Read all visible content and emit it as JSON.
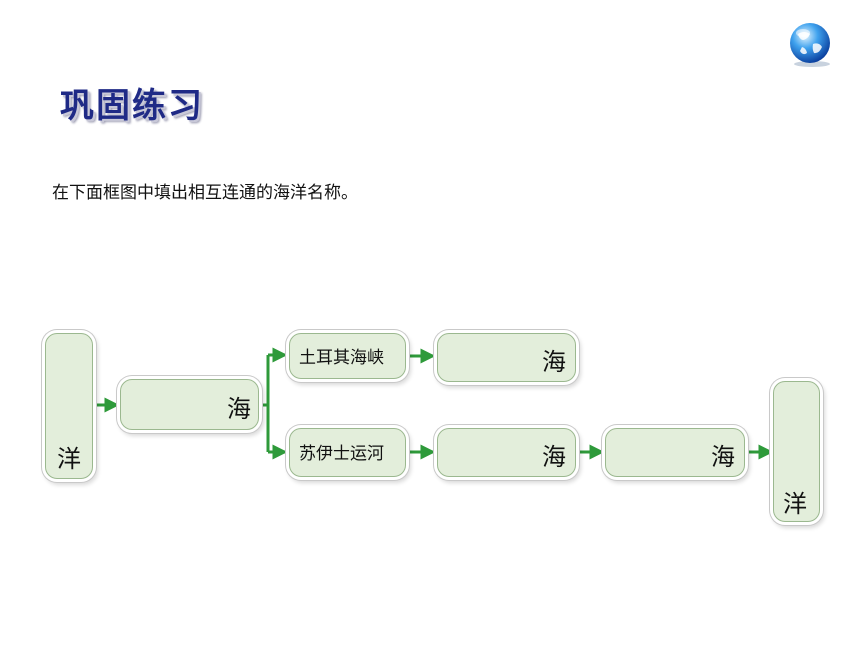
{
  "title": "巩固练习",
  "instruction": "在下面框图中填出相互连通的海洋名称。",
  "diagram": {
    "left_ocean": "洋",
    "first_sea": "海",
    "strait": "土耳其海峡",
    "upper_sea": "海",
    "canal": "苏伊士运河",
    "sea_2": "海",
    "sea_3": "海",
    "right_ocean": "洋"
  },
  "colors": {
    "title": "#1f2a86",
    "box_fill": "#e3eedb",
    "arrow": "#2e9a3a"
  },
  "icons": {
    "corner": "globe-icon"
  }
}
